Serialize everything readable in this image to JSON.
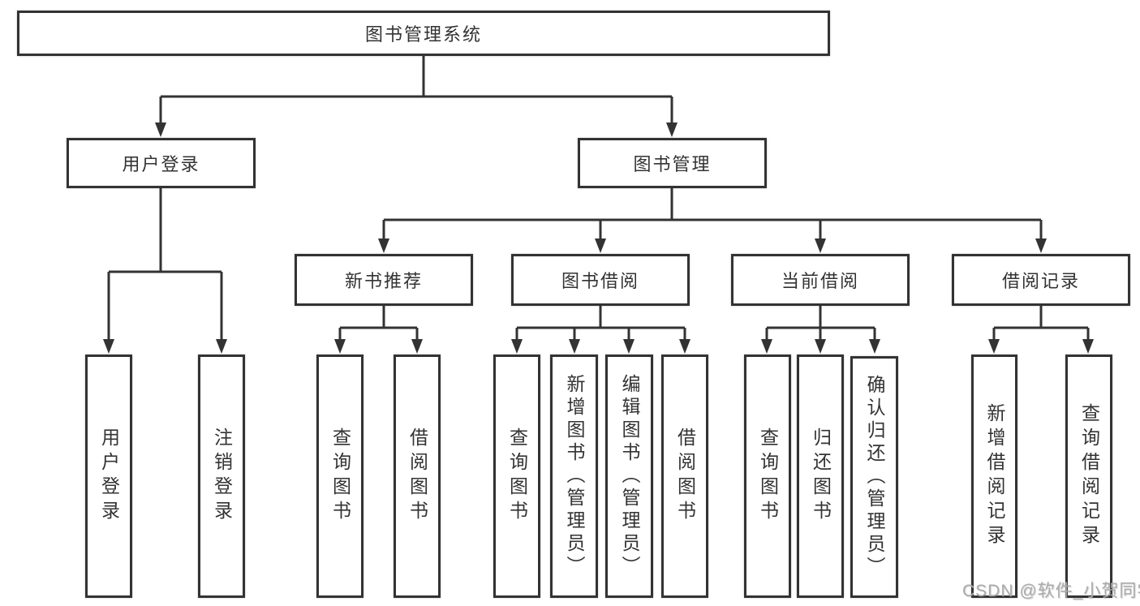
{
  "diagram": {
    "root": {
      "label": "图书管理系统"
    },
    "level2": [
      "用户登录",
      "图书管理"
    ],
    "level3": [
      "新书推荐",
      "图书借阅",
      "当前借阅",
      "借阅记录"
    ],
    "leaves": {
      "user_login": [
        "用户登录",
        "注销登录"
      ],
      "new_book": [
        "查询图书",
        "借阅图书"
      ],
      "book_borrow": [
        "查询图书",
        "新增图书（管理员）",
        "编辑图书（管理员）",
        "借阅图书"
      ],
      "current_borrow": [
        "查询图书",
        "归还图书",
        "确认归还（管理员）"
      ],
      "borrow_record": [
        "新增借阅记录",
        "查询借阅记录"
      ]
    },
    "watermark": "CSDN @软件_小贺同学",
    "colors": {
      "line": "#333333",
      "text": "#333333",
      "background": "#ffffff",
      "watermark": "#ababab"
    }
  }
}
